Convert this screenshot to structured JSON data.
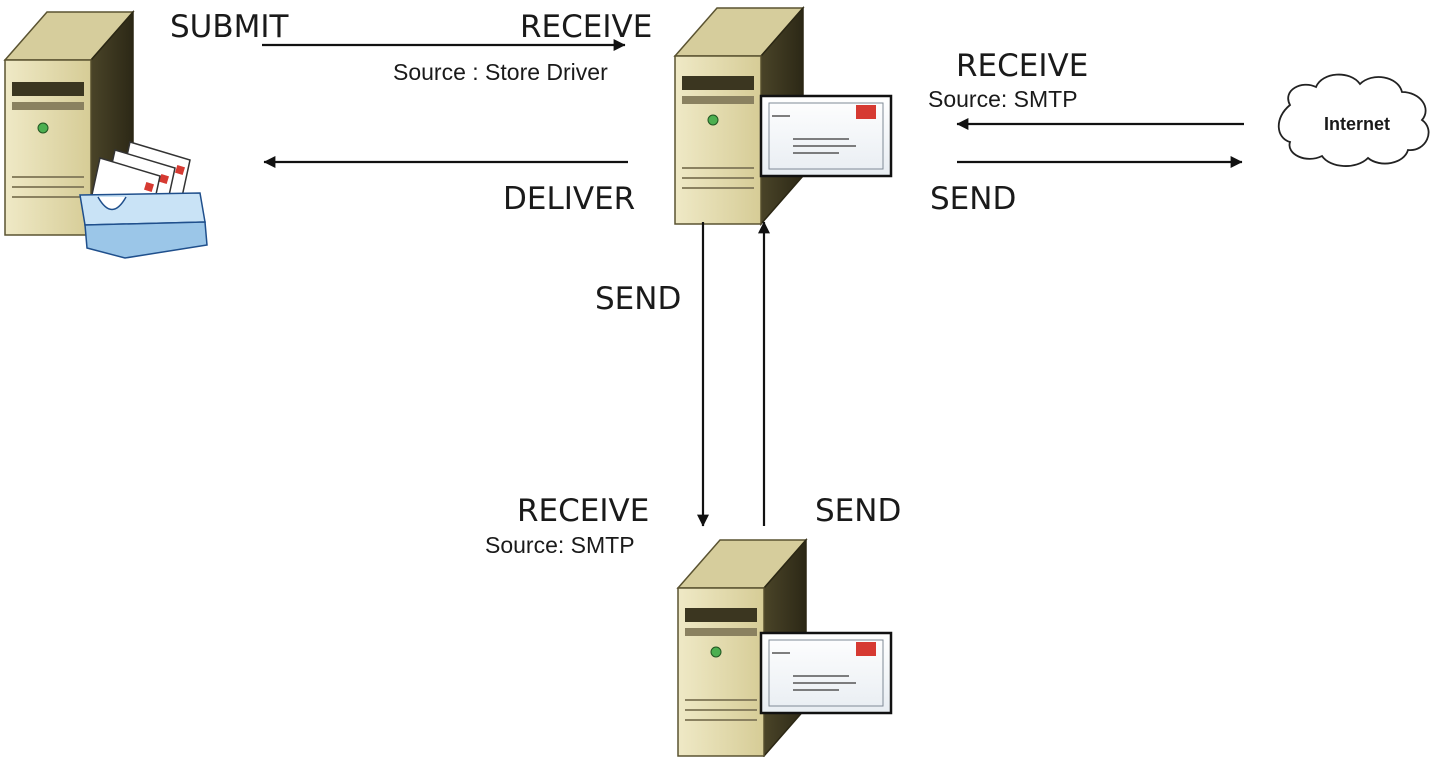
{
  "labels": {
    "submit": "SUBMIT",
    "receive_top": "RECEIVE",
    "receive_top_source": "Source : Store Driver",
    "deliver": "DELIVER",
    "receive_right": "RECEIVE",
    "receive_right_source": "Source: SMTP",
    "send_right": "SEND",
    "send_down": "SEND",
    "receive_bottom": "RECEIVE",
    "receive_bottom_source": "Source: SMTP",
    "send_up": "SEND",
    "internet": "Internet"
  },
  "icons": {
    "mailbox_server": "mailbox-server-icon",
    "transport_server": "mail-server-icon",
    "edge_server": "mail-server-icon",
    "internet": "cloud-icon"
  },
  "colors": {
    "server_body": "#e4dcae",
    "server_dark": "#514b2e",
    "envelope_stamp": "#d63a32",
    "tray_blue": "#9bc6e8"
  }
}
